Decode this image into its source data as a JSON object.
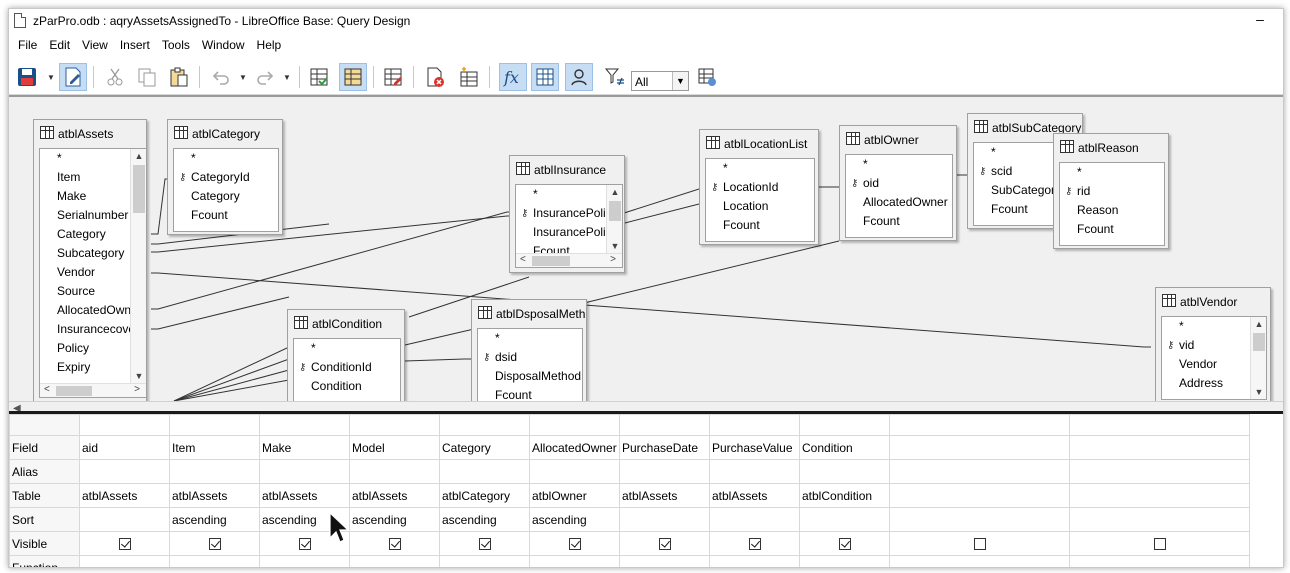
{
  "window": {
    "title": "zParPro.odb : aqryAssetsAssignedTo - LibreOffice Base: Query Design",
    "minimize_glyph": "–"
  },
  "menu": [
    "File",
    "Edit",
    "View",
    "Insert",
    "Tools",
    "Window",
    "Help"
  ],
  "toolbar": {
    "buttons": [
      "save-icon",
      "edit-mode-icon",
      "cut-icon",
      "copy-icon",
      "paste-icon",
      "undo-icon",
      "redo-icon",
      "run-query-icon",
      "clear-query-icon",
      "design-view-icon",
      "delete-icon",
      "add-tables-icon",
      "functions-icon",
      "table-name-icon",
      "alias-icon",
      "distinct-values-icon",
      "limit-icon"
    ],
    "limit_value": "All"
  },
  "tables": {
    "atblAssets": {
      "name": "atblAssets",
      "fields": [
        "*",
        "Item",
        "Make",
        "Serialnumber",
        "Category",
        "Subcategory",
        "Vendor",
        "Source",
        "AllocatedOwn",
        "Insurancecove",
        "Policy",
        "Expiry"
      ]
    },
    "atblCategory": {
      "name": "atblCategory",
      "fields": [
        "*",
        "CategoryId",
        "Category",
        "Fcount"
      ],
      "key": "CategoryId"
    },
    "atblInsurance": {
      "name": "atblInsurance",
      "fields": [
        "*",
        "InsurancePolic",
        "InsurancePolic",
        "Fcount"
      ],
      "key_index": 1
    },
    "atblLocationList": {
      "name": "atblLocationList",
      "fields": [
        "*",
        "LocationId",
        "Location",
        "Fcount"
      ]
    },
    "atblOwner": {
      "name": "atblOwner",
      "fields": [
        "*",
        "oid",
        "AllocatedOwner",
        "Fcount"
      ]
    },
    "atblSubCategory": {
      "name": "atblSubCategory",
      "fields": [
        "*",
        "scid",
        "SubCategor",
        "Fcount"
      ]
    },
    "atblReason": {
      "name": "atblReason",
      "fields": [
        "*",
        "rid",
        "Reason",
        "Fcount"
      ]
    },
    "atblCondition": {
      "name": "atblCondition",
      "fields": [
        "*",
        "ConditionId",
        "Condition"
      ]
    },
    "atblDsposalMeth": {
      "name": "atblDsposalMeth",
      "fields": [
        "*",
        "dsid",
        "DisposalMethod",
        "Fcount"
      ]
    },
    "atblVendor": {
      "name": "atblVendor",
      "fields": [
        "*",
        "vid",
        "Vendor",
        "Address"
      ]
    }
  },
  "grid": {
    "row_labels": [
      "Field",
      "Alias",
      "Table",
      "Sort",
      "Visible",
      "Function"
    ],
    "columns": [
      {
        "field": "aid",
        "alias": "",
        "table": "atblAssets",
        "sort": "",
        "visible": true
      },
      {
        "field": "Item",
        "alias": "",
        "table": "atblAssets",
        "sort": "ascending",
        "visible": true
      },
      {
        "field": "Make",
        "alias": "",
        "table": "atblAssets",
        "sort": "ascending",
        "visible": true
      },
      {
        "field": "Model",
        "alias": "",
        "table": "atblAssets",
        "sort": "ascending",
        "visible": true
      },
      {
        "field": "Category",
        "alias": "",
        "table": "atblCategory",
        "sort": "ascending",
        "visible": true
      },
      {
        "field": "AllocatedOwner",
        "alias": "",
        "table": "atblOwner",
        "sort": "ascending",
        "visible": true
      },
      {
        "field": "PurchaseDate",
        "alias": "",
        "table": "atblAssets",
        "sort": "",
        "visible": true
      },
      {
        "field": "PurchaseValue",
        "alias": "",
        "table": "atblAssets",
        "sort": "",
        "visible": true
      },
      {
        "field": "Condition",
        "alias": "",
        "table": "atblCondition",
        "sort": "",
        "visible": true
      },
      {
        "field": "",
        "alias": "",
        "table": "",
        "sort": "",
        "visible": false
      },
      {
        "field": "",
        "alias": "",
        "table": "",
        "sort": "",
        "visible": false
      }
    ]
  }
}
